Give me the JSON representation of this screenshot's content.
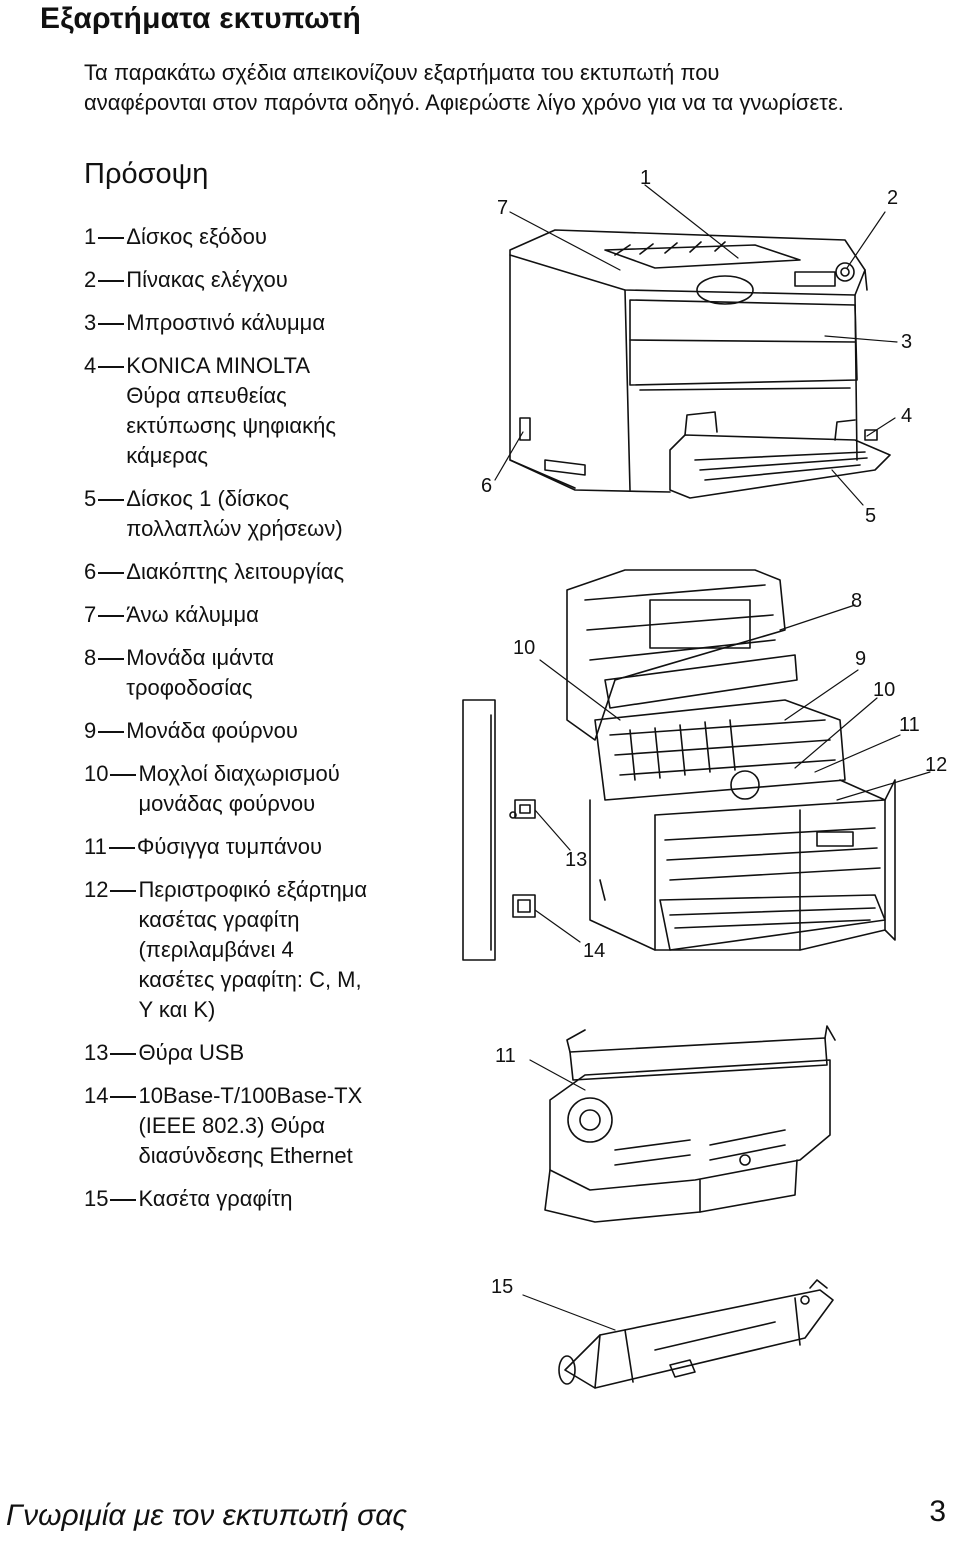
{
  "page": {
    "section_title": "Εξαρτήματα εκτυπωτή",
    "intro": "Τα παρακάτω σχέδια απεικονίζουν εξαρτήματα του εκτυπωτή που αναφέρονται στον παρόντα οδηγό. Αφιερώστε λίγο χρόνο για να τα γνωρίσετε.",
    "subsection_title": "Πρόσοψη",
    "footer_title": "Γνωριμία με τον εκτυπωτή σας",
    "page_number": "3"
  },
  "legend": [
    {
      "num": "1",
      "lines": [
        "Δίσκος εξόδου"
      ]
    },
    {
      "num": "2",
      "lines": [
        "Πίνακας ελέγχου"
      ]
    },
    {
      "num": "3",
      "lines": [
        "Μπροστινό κάλυμμα"
      ]
    },
    {
      "num": "4",
      "lines": [
        "KONICA MINOLTA",
        "Θύρα απευθείας",
        "εκτύπωσης ψηφιακής",
        "κάμερας"
      ]
    },
    {
      "num": "5",
      "lines": [
        "Δίσκος 1 (δίσκος",
        "πολλαπλών χρήσεων)"
      ]
    },
    {
      "num": "6",
      "lines": [
        "Διακόπτης λειτουργίας"
      ]
    },
    {
      "num": "7",
      "lines": [
        "Άνω κάλυμμα"
      ]
    },
    {
      "num": "8",
      "lines": [
        "Μονάδα ιμάντα",
        "τροφοδοσίας"
      ]
    },
    {
      "num": "9",
      "lines": [
        "Μονάδα φούρνου"
      ]
    },
    {
      "num": "10",
      "lines": [
        "Μοχλοί διαχωρισμού",
        "μονάδας φούρνου"
      ]
    },
    {
      "num": "11",
      "lines": [
        "Φύσιγγα τυμπάνου"
      ]
    },
    {
      "num": "12",
      "lines": [
        "Περιστροφικό εξάρτημα",
        "κασέτας γραφίτη",
        "(περιλαμβάνει 4",
        "κασέτες γραφίτη: C, M,",
        "Y και K)"
      ]
    },
    {
      "num": "13",
      "lines": [
        "Θύρα USB"
      ]
    },
    {
      "num": "14",
      "lines": [
        "10Base-T/100Base-TX",
        "(IEEE 802.3) Θύρα",
        "διασύνδεσης Ethernet"
      ]
    },
    {
      "num": "15",
      "lines": [
        "Κασέτα γραφίτη"
      ]
    }
  ],
  "figure_callouts": {
    "top_1": "1",
    "top_2": "2",
    "top_3": "3",
    "top_4": "4",
    "top_5": "5",
    "top_6": "6",
    "top_7": "7",
    "mid_8": "8",
    "mid_9": "9",
    "mid_10a": "10",
    "mid_10b": "10",
    "mid_11": "11",
    "mid_12": "12",
    "mid_13": "13",
    "mid_14": "14",
    "drum_11": "11",
    "toner_15": "15"
  }
}
